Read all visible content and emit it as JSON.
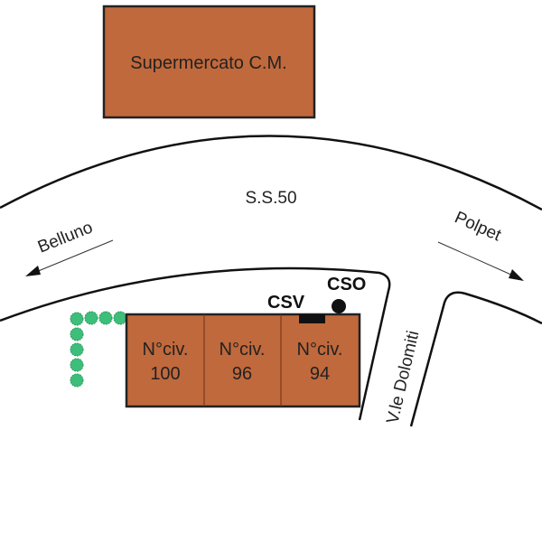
{
  "supermarket": "Supermercato C.M.",
  "road_main": "S.S.50",
  "direction_left": "Belluno",
  "direction_right": "Polpet",
  "road_side": "V.le Dolomiti",
  "csv_label": "CSV",
  "cso_label": "CSO",
  "buildings": [
    {
      "line1": "N°civ.",
      "line2": "100"
    },
    {
      "line1": "N°civ.",
      "line2": "96"
    },
    {
      "line1": "N°civ.",
      "line2": "94"
    }
  ],
  "colors": {
    "building": "#C0693C",
    "hedge": "#3DBE7A"
  }
}
